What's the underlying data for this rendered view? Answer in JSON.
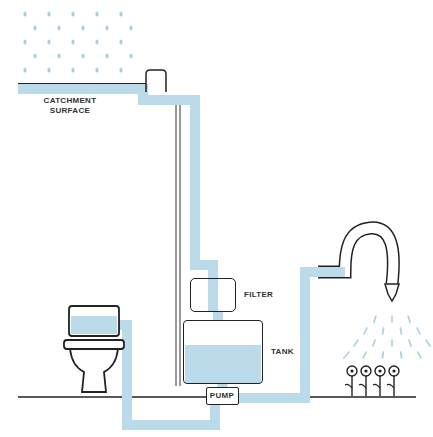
{
  "diagram": {
    "nodes": [
      {
        "text": [
          "FILTER"
        ]
      },
      {
        "text": [
          "TANK"
        ]
      },
      {
        "text": [
          "PUMP"
        ]
      }
    ],
    "edges": [
      {
        "from": 0,
        "to": 1,
        "arrow": "none"
      },
      {
        "from": 1,
        "to": 2,
        "arrow": "none"
      }
    ],
    "labels": [
      "CATCHMENT SURFACE"
    ]
  }
}
